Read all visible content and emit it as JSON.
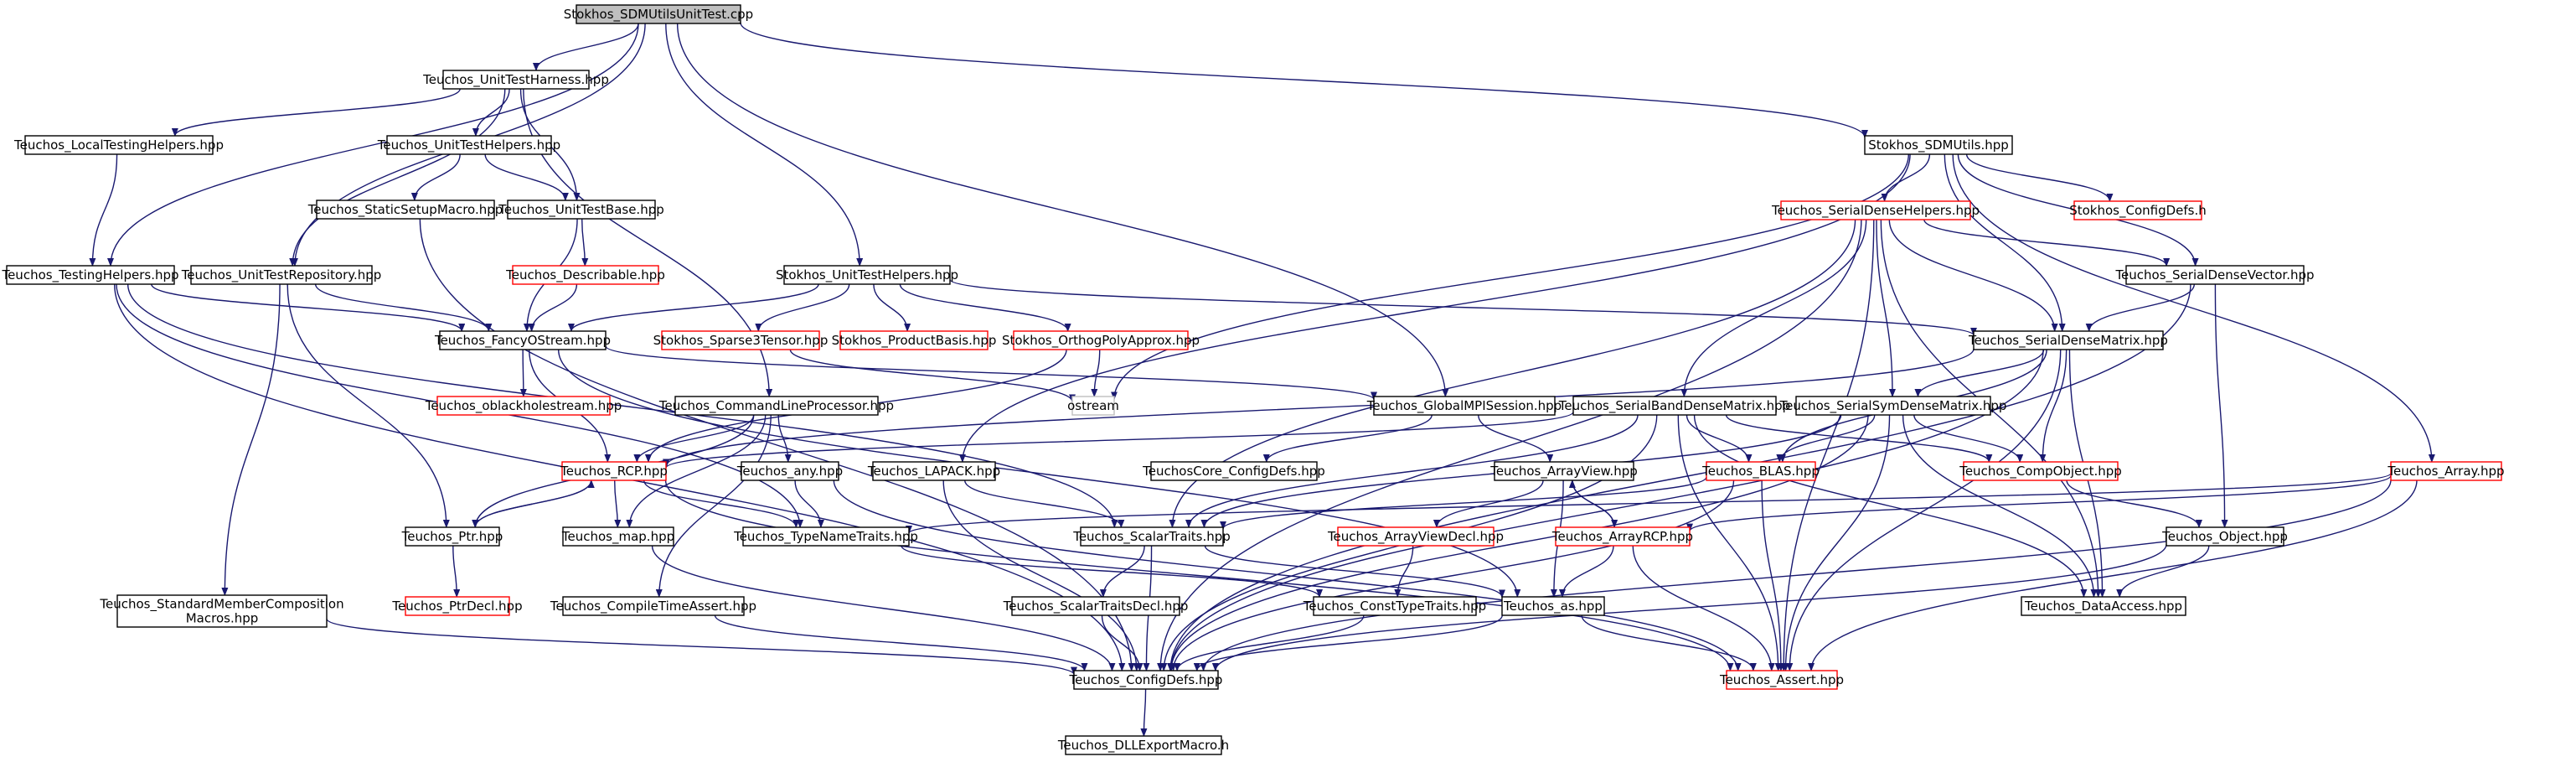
{
  "diagram": {
    "type": "include-dependency-graph",
    "root": "Stokhos_SDMUtilsUnitTest.cpp",
    "nodes": [
      {
        "id": "root",
        "label": "Stokhos_SDMUtilsUnitTest.cpp",
        "style": "root"
      },
      {
        "id": "uth",
        "label": "Teuchos_UnitTestHarness.hpp",
        "style": "normal"
      },
      {
        "id": "lth",
        "label": "Teuchos_LocalTestingHelpers.hpp",
        "style": "normal"
      },
      {
        "id": "uthelp",
        "label": "Teuchos_UnitTestHelpers.hpp",
        "style": "normal"
      },
      {
        "id": "ssm",
        "label": "Teuchos_StaticSetupMacro.hpp",
        "style": "normal"
      },
      {
        "id": "utb",
        "label": "Teuchos_UnitTestBase.hpp",
        "style": "normal"
      },
      {
        "id": "desc",
        "label": "Teuchos_Describable.hpp",
        "style": "red"
      },
      {
        "id": "th",
        "label": "Teuchos_TestingHelpers.hpp",
        "style": "normal"
      },
      {
        "id": "utr",
        "label": "Teuchos_UnitTestRepository.hpp",
        "style": "normal"
      },
      {
        "id": "fos",
        "label": "Teuchos_FancyOStream.hpp",
        "style": "normal"
      },
      {
        "id": "obl",
        "label": "Teuchos_oblackholestream.hpp",
        "style": "red"
      },
      {
        "id": "suth",
        "label": "Stokhos_UnitTestHelpers.hpp",
        "style": "normal"
      },
      {
        "id": "s3t",
        "label": "Stokhos_Sparse3Tensor.hpp",
        "style": "red"
      },
      {
        "id": "spb",
        "label": "Stokhos_ProductBasis.hpp",
        "style": "red"
      },
      {
        "id": "opa",
        "label": "Stokhos_OrthogPolyApprox.hpp",
        "style": "red"
      },
      {
        "id": "ostream",
        "label": "ostream",
        "style": "grey"
      },
      {
        "id": "clp",
        "label": "Teuchos_CommandLineProcessor.hpp",
        "style": "normal"
      },
      {
        "id": "gmpi",
        "label": "Teuchos_GlobalMPISession.hpp",
        "style": "normal"
      },
      {
        "id": "smc",
        "label": "Teuchos_StandardMemberComposition Macros.hpp",
        "lines": [
          "Teuchos_StandardMemberComposition",
          "Macros.hpp"
        ],
        "style": "normal"
      },
      {
        "id": "rcp",
        "label": "Teuchos_RCP.hpp",
        "style": "red"
      },
      {
        "id": "any",
        "label": "Teuchos_any.hpp",
        "style": "normal"
      },
      {
        "id": "ptr",
        "label": "Teuchos_Ptr.hpp",
        "style": "normal"
      },
      {
        "id": "map",
        "label": "Teuchos_map.hpp",
        "style": "normal"
      },
      {
        "id": "tnt",
        "label": "Teuchos_TypeNameTraits.hpp",
        "style": "normal"
      },
      {
        "id": "ptrdecl",
        "label": "Teuchos_PtrDecl.hpp",
        "style": "red"
      },
      {
        "id": "cta",
        "label": "Teuchos_CompileTimeAssert.hpp",
        "style": "normal"
      },
      {
        "id": "lapack",
        "label": "Teuchos_LAPACK.hpp",
        "style": "normal"
      },
      {
        "id": "st",
        "label": "Teuchos_ScalarTraits.hpp",
        "style": "normal"
      },
      {
        "id": "std",
        "label": "Teuchos_ScalarTraitsDecl.hpp",
        "style": "normal"
      },
      {
        "id": "cfg",
        "label": "Teuchos_ConfigDefs.hpp",
        "style": "normal"
      },
      {
        "id": "dll",
        "label": "Teuchos_DLLExportMacro.h",
        "style": "normal"
      },
      {
        "id": "sdmu",
        "label": "Stokhos_SDMUtils.hpp",
        "style": "normal"
      },
      {
        "id": "sdh",
        "label": "Teuchos_SerialDenseHelpers.hpp",
        "style": "red"
      },
      {
        "id": "scfg",
        "label": "Stokhos_ConfigDefs.h",
        "style": "red"
      },
      {
        "id": "sdv",
        "label": "Teuchos_SerialDenseVector.hpp",
        "style": "normal"
      },
      {
        "id": "sdm",
        "label": "Teuchos_SerialDenseMatrix.hpp",
        "style": "normal"
      },
      {
        "id": "sbdm",
        "label": "Teuchos_SerialBandDenseMatrix.hpp",
        "style": "normal"
      },
      {
        "id": "ssdm",
        "label": "Teuchos_SerialSymDenseMatrix.hpp",
        "style": "normal"
      },
      {
        "id": "tcc",
        "label": "TeuchosCore_ConfigDefs.hpp",
        "style": "normal"
      },
      {
        "id": "av",
        "label": "Teuchos_ArrayView.hpp",
        "style": "normal"
      },
      {
        "id": "avd",
        "label": "Teuchos_ArrayViewDecl.hpp",
        "style": "red"
      },
      {
        "id": "arcp",
        "label": "Teuchos_ArrayRCP.hpp",
        "style": "red"
      },
      {
        "id": "ctt",
        "label": "Teuchos_ConstTypeTraits.hpp",
        "style": "normal"
      },
      {
        "id": "as",
        "label": "Teuchos_as.hpp",
        "style": "normal"
      },
      {
        "id": "assert",
        "label": "Teuchos_Assert.hpp",
        "style": "red"
      },
      {
        "id": "blas",
        "label": "Teuchos_BLAS.hpp",
        "style": "red"
      },
      {
        "id": "co",
        "label": "Teuchos_CompObject.hpp",
        "style": "red"
      },
      {
        "id": "obj",
        "label": "Teuchos_Object.hpp",
        "style": "normal"
      },
      {
        "id": "da",
        "label": "Teuchos_DataAccess.hpp",
        "style": "normal"
      },
      {
        "id": "arr",
        "label": "Teuchos_Array.hpp",
        "style": "red"
      }
    ],
    "edges": [
      [
        "root",
        "uth"
      ],
      [
        "root",
        "th"
      ],
      [
        "root",
        "utr"
      ],
      [
        "root",
        "suth"
      ],
      [
        "root",
        "sdmu"
      ],
      [
        "root",
        "gmpi"
      ],
      [
        "uth",
        "lth"
      ],
      [
        "uth",
        "uthelp"
      ],
      [
        "uth",
        "utb"
      ],
      [
        "uth",
        "utr"
      ],
      [
        "uth",
        "clp"
      ],
      [
        "lth",
        "th"
      ],
      [
        "uthelp",
        "ssm"
      ],
      [
        "uthelp",
        "utb"
      ],
      [
        "ssm",
        "cfg"
      ],
      [
        "utb",
        "desc"
      ],
      [
        "utb",
        "fos"
      ],
      [
        "desc",
        "fos"
      ],
      [
        "th",
        "fos"
      ],
      [
        "th",
        "tnt"
      ],
      [
        "th",
        "st"
      ],
      [
        "th",
        "cfg"
      ],
      [
        "utr",
        "fos"
      ],
      [
        "utr",
        "smc"
      ],
      [
        "utr",
        "ptr"
      ],
      [
        "smc",
        "cfg"
      ],
      [
        "suth",
        "fos"
      ],
      [
        "suth",
        "s3t"
      ],
      [
        "suth",
        "spb"
      ],
      [
        "suth",
        "opa"
      ],
      [
        "suth",
        "sdm"
      ],
      [
        "opa",
        "ostream"
      ],
      [
        "opa",
        "rcp"
      ],
      [
        "s3t",
        "ostream"
      ],
      [
        "fos",
        "obl"
      ],
      [
        "fos",
        "rcp"
      ],
      [
        "fos",
        "gmpi"
      ],
      [
        "fos",
        "as"
      ],
      [
        "clp",
        "rcp"
      ],
      [
        "clp",
        "any"
      ],
      [
        "clp",
        "ptr"
      ],
      [
        "clp",
        "map"
      ],
      [
        "clp",
        "cta"
      ],
      [
        "gmpi",
        "av"
      ],
      [
        "gmpi",
        "tcc"
      ],
      [
        "any",
        "tnt"
      ],
      [
        "any",
        "assert"
      ],
      [
        "rcp",
        "ptr"
      ],
      [
        "rcp",
        "map"
      ],
      [
        "rcp",
        "tnt"
      ],
      [
        "rcp",
        "assert"
      ],
      [
        "ptr",
        "rcp"
      ],
      [
        "ptr",
        "ptrdecl"
      ],
      [
        "map",
        "cfg"
      ],
      [
        "cta",
        "cfg"
      ],
      [
        "tnt",
        "ctt"
      ],
      [
        "lapack",
        "st"
      ],
      [
        "lapack",
        "cfg"
      ],
      [
        "st",
        "std"
      ],
      [
        "st",
        "cfg"
      ],
      [
        "st",
        "as"
      ],
      [
        "std",
        "cfg"
      ],
      [
        "ctt",
        "cfg"
      ],
      [
        "as",
        "cfg"
      ],
      [
        "as",
        "assert"
      ],
      [
        "cfg",
        "dll"
      ],
      [
        "sdmu",
        "sdh"
      ],
      [
        "sdmu",
        "scfg"
      ],
      [
        "sdmu",
        "sdv"
      ],
      [
        "sdmu",
        "sdm"
      ],
      [
        "sdmu",
        "arr"
      ],
      [
        "sdmu",
        "lapack"
      ],
      [
        "sdmu",
        "ostream"
      ],
      [
        "sdh",
        "sdv"
      ],
      [
        "sdh",
        "sdm"
      ],
      [
        "sdh",
        "sbdm"
      ],
      [
        "sdh",
        "ssdm"
      ],
      [
        "sdh",
        "da"
      ],
      [
        "sdh",
        "st"
      ],
      [
        "sdh",
        "cfg"
      ],
      [
        "sdh",
        "assert"
      ],
      [
        "sdv",
        "sdm"
      ],
      [
        "sdv",
        "obj"
      ],
      [
        "sdv",
        "cfg"
      ],
      [
        "sdm",
        "ssdm"
      ],
      [
        "sdm",
        "co"
      ],
      [
        "sdm",
        "blas"
      ],
      [
        "sdm",
        "da"
      ],
      [
        "sdm",
        "cfg"
      ],
      [
        "sdm",
        "assert"
      ],
      [
        "sdm",
        "rcp"
      ],
      [
        "sbdm",
        "blas"
      ],
      [
        "sbdm",
        "co"
      ],
      [
        "sbdm",
        "st"
      ],
      [
        "sbdm",
        "da"
      ],
      [
        "sbdm",
        "cfg"
      ],
      [
        "sbdm",
        "assert"
      ],
      [
        "sbdm",
        "rcp"
      ],
      [
        "ssdm",
        "blas"
      ],
      [
        "ssdm",
        "co"
      ],
      [
        "ssdm",
        "st"
      ],
      [
        "ssdm",
        "da"
      ],
      [
        "ssdm",
        "cfg"
      ],
      [
        "ssdm",
        "assert"
      ],
      [
        "blas",
        "st"
      ],
      [
        "blas",
        "cfg"
      ],
      [
        "blas",
        "assert"
      ],
      [
        "co",
        "obj"
      ],
      [
        "obj",
        "da"
      ],
      [
        "obj",
        "cfg"
      ],
      [
        "av",
        "avd"
      ],
      [
        "av",
        "arcp"
      ],
      [
        "av",
        "as"
      ],
      [
        "avd",
        "ctt"
      ],
      [
        "arcp",
        "av"
      ],
      [
        "arcp",
        "as"
      ],
      [
        "arcp",
        "assert"
      ],
      [
        "arr",
        "arcp"
      ],
      [
        "arr",
        "tnt"
      ],
      [
        "arr",
        "assert"
      ],
      [
        "arr",
        "cfg"
      ]
    ]
  }
}
